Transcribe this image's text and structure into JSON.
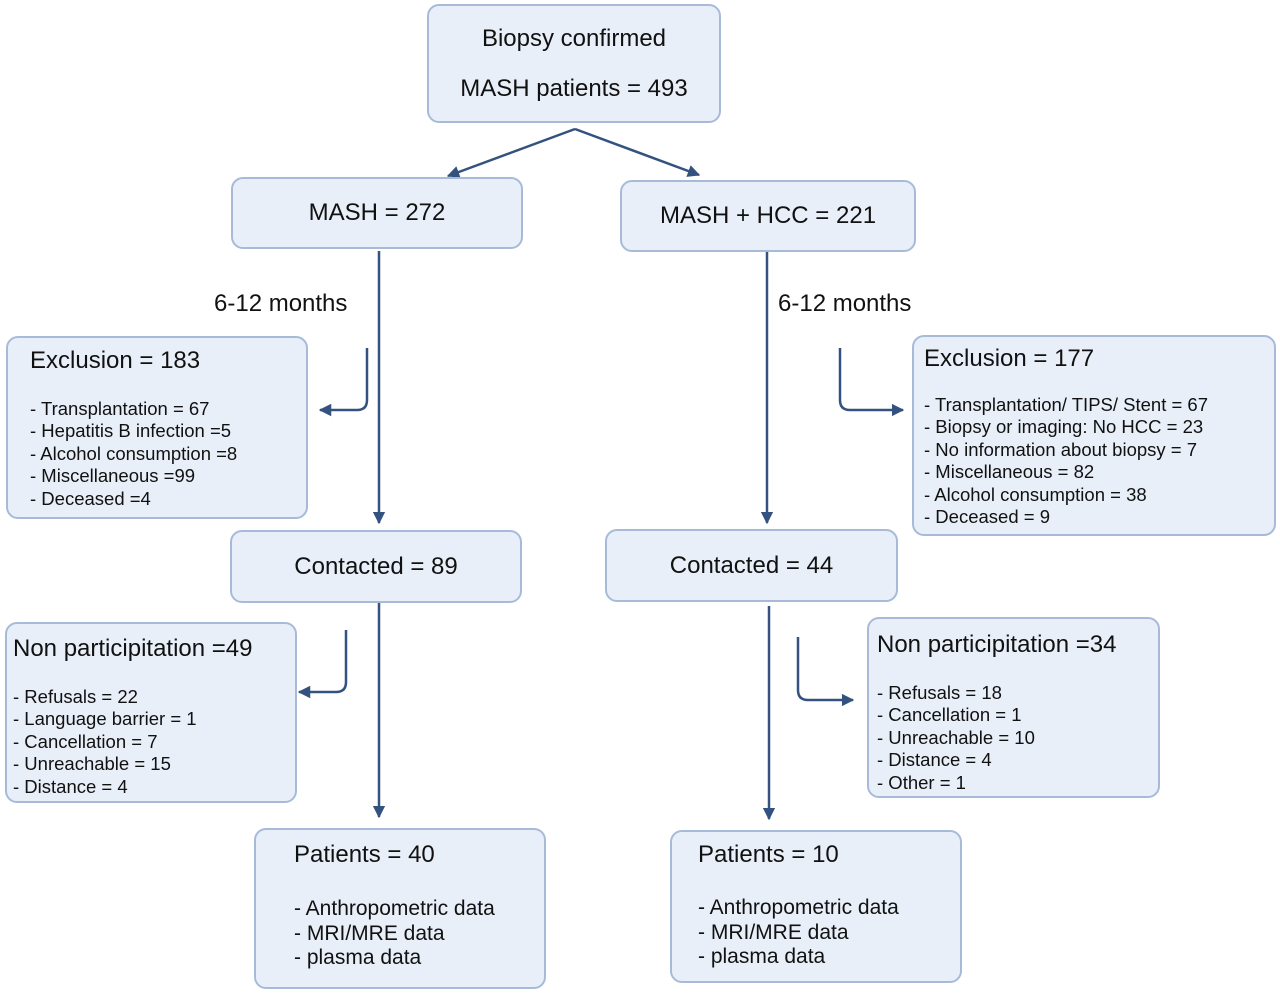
{
  "colors": {
    "box_fill": "#e8eff9",
    "box_border": "#a7bbd8",
    "arrow": "#34527f"
  },
  "top": {
    "line1": "Biopsy confirmed",
    "line2": "MASH patients = 493"
  },
  "left": {
    "group": "MASH = 272",
    "interval": "6-12 months",
    "exclusion": {
      "title": "Exclusion = 183",
      "items": [
        "- Transplantation = 67",
        "- Hepatitis B infection =5",
        "- Alcohol consumption =8",
        "- Miscellaneous =99",
        "- Deceased =4"
      ]
    },
    "contacted": "Contacted = 89",
    "nonpart": {
      "title": "Non participitation =49",
      "items": [
        "- Refusals = 22",
        "- Language barrier = 1",
        "- Cancellation = 7",
        "- Unreachable = 15",
        "- Distance = 4"
      ]
    },
    "patients": {
      "title": "Patients = 40",
      "items": [
        "- Anthropometric data",
        "- MRI/MRE data",
        "- plasma data"
      ]
    }
  },
  "right": {
    "group": "MASH + HCC = 221",
    "interval": "6-12 months",
    "exclusion": {
      "title": "Exclusion = 177",
      "items": [
        "- Transplantation/ TIPS/ Stent = 67",
        "- Biopsy or imaging: No HCC = 23",
        "- No information about biopsy = 7",
        "- Miscellaneous = 82",
        "- Alcohol consumption = 38",
        "- Deceased = 9"
      ]
    },
    "contacted": "Contacted = 44",
    "nonpart": {
      "title": "Non participitation =34",
      "items": [
        "- Refusals = 18",
        "- Cancellation = 1",
        "- Unreachable = 10",
        "- Distance = 4",
        "- Other = 1"
      ]
    },
    "patients": {
      "title": "Patients = 10",
      "items": [
        "- Anthropometric data",
        "- MRI/MRE data",
        "- plasma data"
      ]
    }
  }
}
